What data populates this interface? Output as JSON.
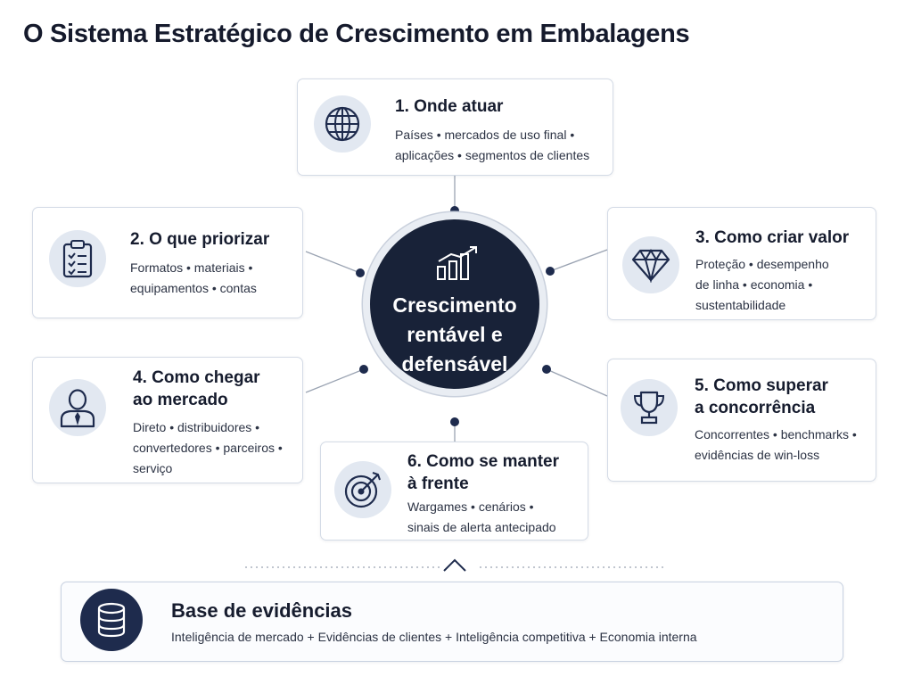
{
  "title": "O Sistema Estratégico de Crescimento em Embalagens",
  "center": {
    "lines": [
      "Crescimento",
      "rentável e",
      "defensável"
    ]
  },
  "cards": [
    {
      "icon": "globe-icon",
      "title_lines": [
        "1. Onde atuar"
      ],
      "desc_lines": [
        "Países • mercados de uso final •",
        "aplicações • segmentos de clientes"
      ]
    },
    {
      "icon": "clipboard-checklist-icon",
      "title_lines": [
        "2. O que priorizar"
      ],
      "desc_lines": [
        "Formatos • materiais •",
        "equipamentos • contas"
      ]
    },
    {
      "icon": "diamond-icon",
      "title_lines": [
        "3. Como criar valor"
      ],
      "desc_lines": [
        "Proteção • desempenho",
        "de linha • economia •",
        "sustentabilidade"
      ]
    },
    {
      "icon": "person-icon",
      "title_lines": [
        "4. Como chegar",
        "ao mercado"
      ],
      "desc_lines": [
        "Direto • distribuidores •",
        "convertedores • parceiros •",
        "serviço"
      ]
    },
    {
      "icon": "trophy-icon",
      "title_lines": [
        "5. Como superar",
        "a concorrência"
      ],
      "desc_lines": [
        "Concorrentes • benchmarks •",
        "evidências de win-loss"
      ]
    },
    {
      "icon": "target-icon",
      "title_lines": [
        "6. Como se manter",
        "à frente"
      ],
      "desc_lines": [
        "Wargames • cenários •",
        "sinais de alerta antecipado"
      ]
    }
  ],
  "base": {
    "icon": "database-icon",
    "title": "Base de evidências",
    "desc": "Inteligência de mercado + Evidências de clientes + Inteligência competitiva + Economia interna"
  },
  "colors": {
    "hub": "#182238",
    "accent": "#1e2b4d",
    "icon_bg": "#e2e8f1",
    "border": "#d4dbe6"
  }
}
